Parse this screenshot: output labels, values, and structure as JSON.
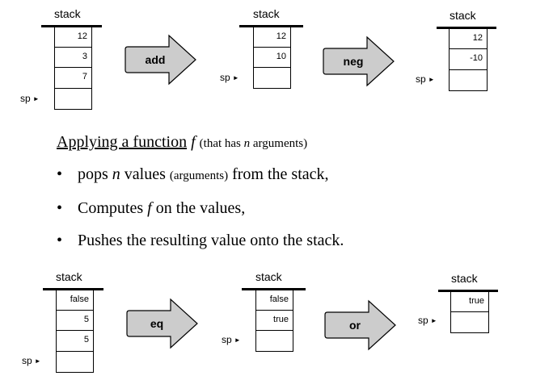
{
  "stack_label": "stack",
  "sp_label": "sp",
  "sp_arrow_glyph": "►",
  "top_row": {
    "stack1": {
      "cells": [
        "12",
        "3",
        "7",
        ""
      ]
    },
    "op1": {
      "label": "add"
    },
    "stack2": {
      "cells": [
        "12",
        "10",
        ""
      ]
    },
    "op2": {
      "label": "neg"
    },
    "stack3": {
      "cells": [
        "12",
        "-10",
        ""
      ]
    }
  },
  "explanation": {
    "heading": {
      "underlined": "Applying a function",
      "fn": "f",
      "paren_pre": "(that has ",
      "n": "n",
      "paren_post": " arguments)"
    },
    "bullet_glyph": "•",
    "bullet1": {
      "pre": "pops ",
      "n": "n",
      "mid": " values ",
      "paren": "(arguments)",
      "post": " from the stack,"
    },
    "bullet2": {
      "pre": "Computes ",
      "f": "f",
      "post": " on the values,"
    },
    "bullet3": {
      "text": "Pushes the resulting value onto the stack."
    }
  },
  "bottom_row": {
    "stack1": {
      "cells": [
        "false",
        "5",
        "5",
        ""
      ]
    },
    "op1": {
      "label": "eq"
    },
    "stack2": {
      "cells": [
        "false",
        "true",
        ""
      ]
    },
    "op2": {
      "label": "or"
    },
    "stack3": {
      "cells": [
        "true",
        ""
      ]
    }
  },
  "colors": {
    "arrow_fill": "#cccccc",
    "stroke": "#000000",
    "cell_fill": "#ffffff"
  }
}
